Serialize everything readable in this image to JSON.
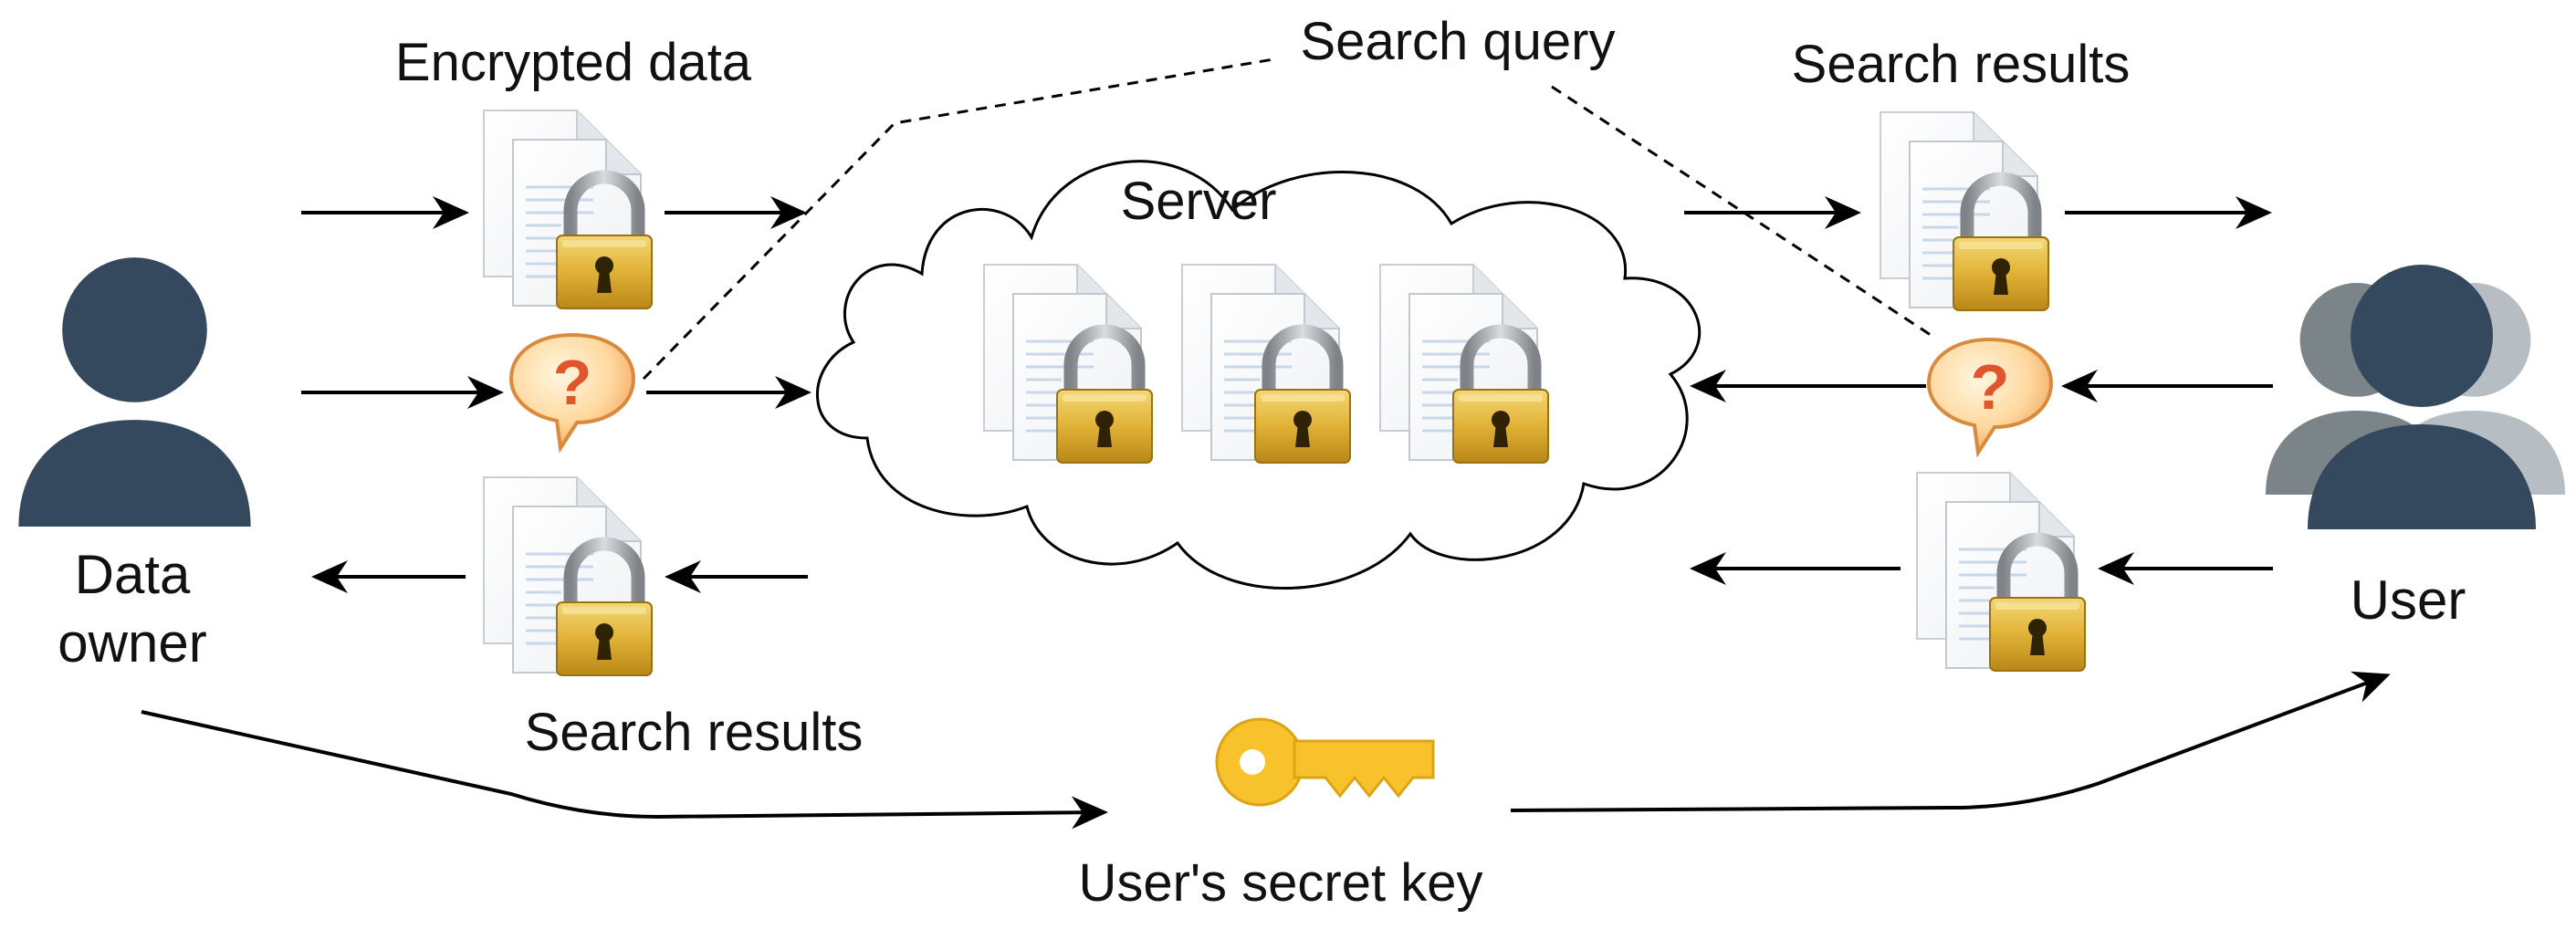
{
  "labels": {
    "encrypted_data": "Encrypted data",
    "search_query": "Search query",
    "search_results_top": "Search results",
    "search_results_bottom": "Search results",
    "server": "Server",
    "data_owner_line1": "Data",
    "data_owner_line2": "owner",
    "user": "User",
    "secret_key": "User's secret key"
  },
  "icons": {
    "person": "user-silhouette-icon",
    "people": "user-group-icon",
    "locked_document": "locked-document-icon",
    "query_bubble": "question-bubble-icon",
    "key": "key-icon",
    "cloud": "cloud-shape"
  },
  "colors": {
    "person": "#34495e",
    "person_back_left": "#7b8589",
    "person_back_right": "#b6bec4",
    "lock_gold": "#e1b236",
    "lock_shackle": "#a7aaae",
    "key_yellow": "#f7c22c",
    "bubble_orange": "#f0a35a",
    "question_mark": "#e0552a",
    "arrow": "#000000"
  }
}
